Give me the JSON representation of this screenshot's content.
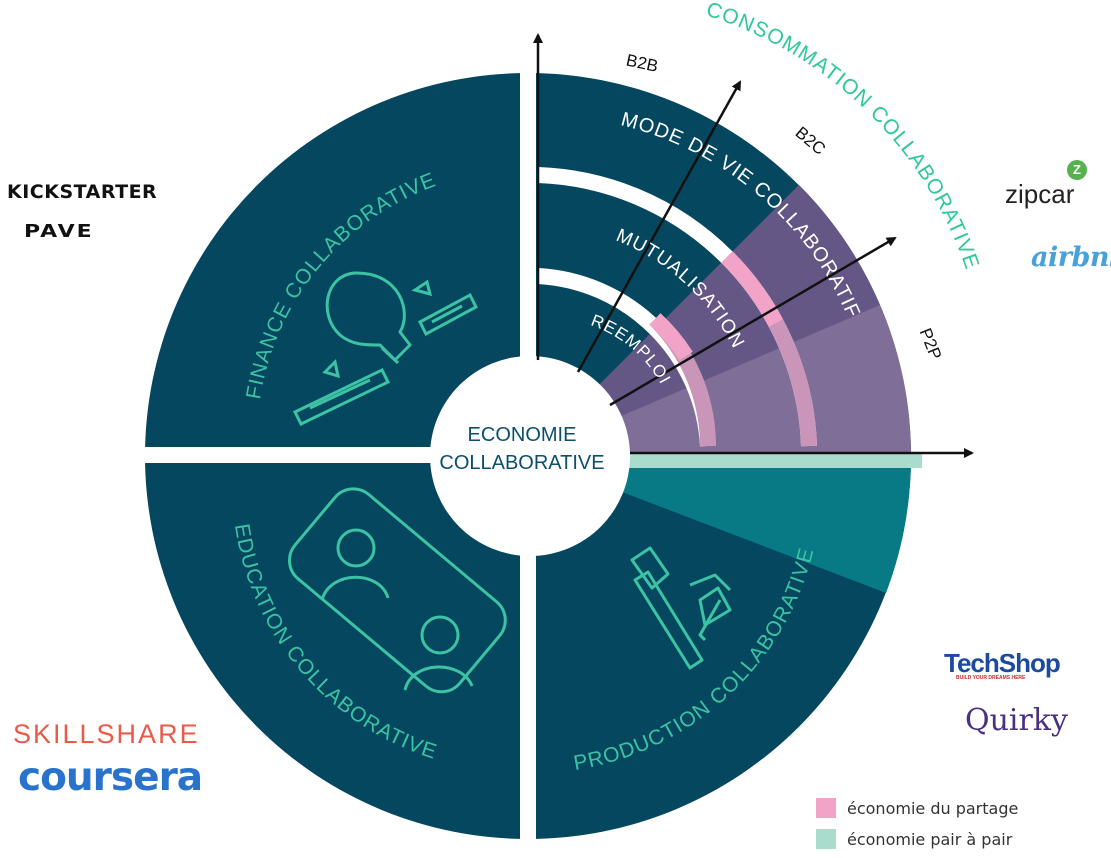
{
  "colors": {
    "dark": "#04475f",
    "teal_line": "#3cc3a4",
    "purple": "#7f6f98",
    "purple_dark": "#5b4e7f",
    "pink": "#f2a4c8",
    "pink_soft": "#c995b8",
    "mint": "#a9dccc",
    "teal_sector": "#087a85",
    "arrow": "#111111"
  },
  "center": {
    "line1": "ECONOMIE",
    "line2": "COLLABORATIVE"
  },
  "quadrants": {
    "finance": "FINANCE COLLABORATIVE",
    "education": "EDUCATION COLLABORATIVE",
    "production": "PRODUCTION COLLABORATIVE",
    "consommation": "CONSOMMATION COLLABORATIVE"
  },
  "rings": {
    "mode_de_vie": "MODE DE VIE COLLABORATIF",
    "mutualisation": "MUTUALISATION",
    "reemploi": "REEMPLOI"
  },
  "axes": {
    "b2b": "B2B",
    "b2c": "B2C",
    "p2p": "P2P"
  },
  "logos": {
    "kickstarter": "KICKSTARTER",
    "pave": "PAVE",
    "zipcar": "zipcar",
    "zipcar_badge": "Z",
    "airbnb": "airbnb",
    "techshop": "TechShop",
    "techshop_tagline": "BUILD YOUR DREAMS HERE",
    "quirky": "Quirky",
    "skillshare": "SKILLSHARE",
    "coursera": "coursera"
  },
  "legend": [
    {
      "label": "économie du partage",
      "color": "#f2a4c8"
    },
    {
      "label": "économie pair à pair",
      "color": "#a9dccc"
    }
  ],
  "icons": [
    "lightbulb-icon",
    "money-bill-icon",
    "people-icon",
    "tools-icon"
  ]
}
